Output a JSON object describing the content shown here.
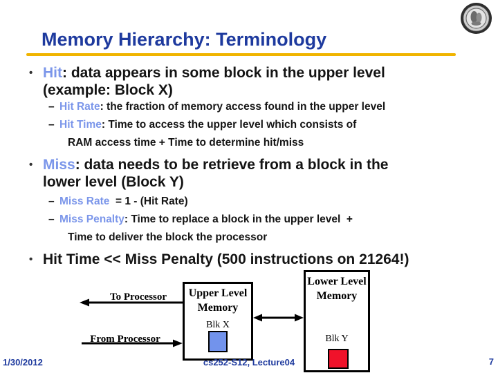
{
  "title": "Memory Hierarchy: Terminology",
  "icons": {
    "seal_logo": "circular-university-seal"
  },
  "colors": {
    "title_navy": "#1e3a9e",
    "keyword_blue": "#7b96ea",
    "underline_gold": "#f0b400",
    "blk_x_fill": "#7293ec",
    "blk_y_fill": "#f0122a"
  },
  "content": {
    "b1": {
      "term": "Hit",
      "rest": ": data appears in some block in the upper level",
      "line2": "(example: Block X)"
    },
    "s1": {
      "dash": "–",
      "term": "Hit Rate",
      "rest": ": the fraction of memory access found in the upper level"
    },
    "s2": {
      "dash": "–",
      "term": "Hit Time",
      "rest": ": Time to access the upper level which consists of"
    },
    "s3": {
      "text": "RAM access time + Time to determine hit/miss"
    },
    "b2": {
      "term": "Miss",
      "rest": ": data needs to be retrieve from a block in the",
      "line2": "lower level (Block Y)"
    },
    "s4": {
      "dash": "–",
      "term": "Miss Rate",
      "rest": "  = 1 - (Hit Rate)"
    },
    "s5": {
      "dash": "–",
      "term": "Miss Penalty",
      "rest": ": Time to replace a block in the upper level  +"
    },
    "s6": {
      "text": "Time to deliver the block the processor"
    },
    "b3": {
      "text": "Hit Time << Miss Penalty (500 instructions on 21264!)"
    }
  },
  "diagram": {
    "to_processor_label": "To Processor",
    "from_processor_label": "From Processor",
    "upper_box": {
      "line1": "Upper Level",
      "line2": "Memory",
      "block_label": "Blk X"
    },
    "lower_box": {
      "line1": "Lower Level",
      "line2": "Memory",
      "block_label": "Blk Y"
    }
  },
  "footer": {
    "date": "1/30/2012",
    "course": "cs252-S12, Lecture04",
    "page": "7"
  }
}
